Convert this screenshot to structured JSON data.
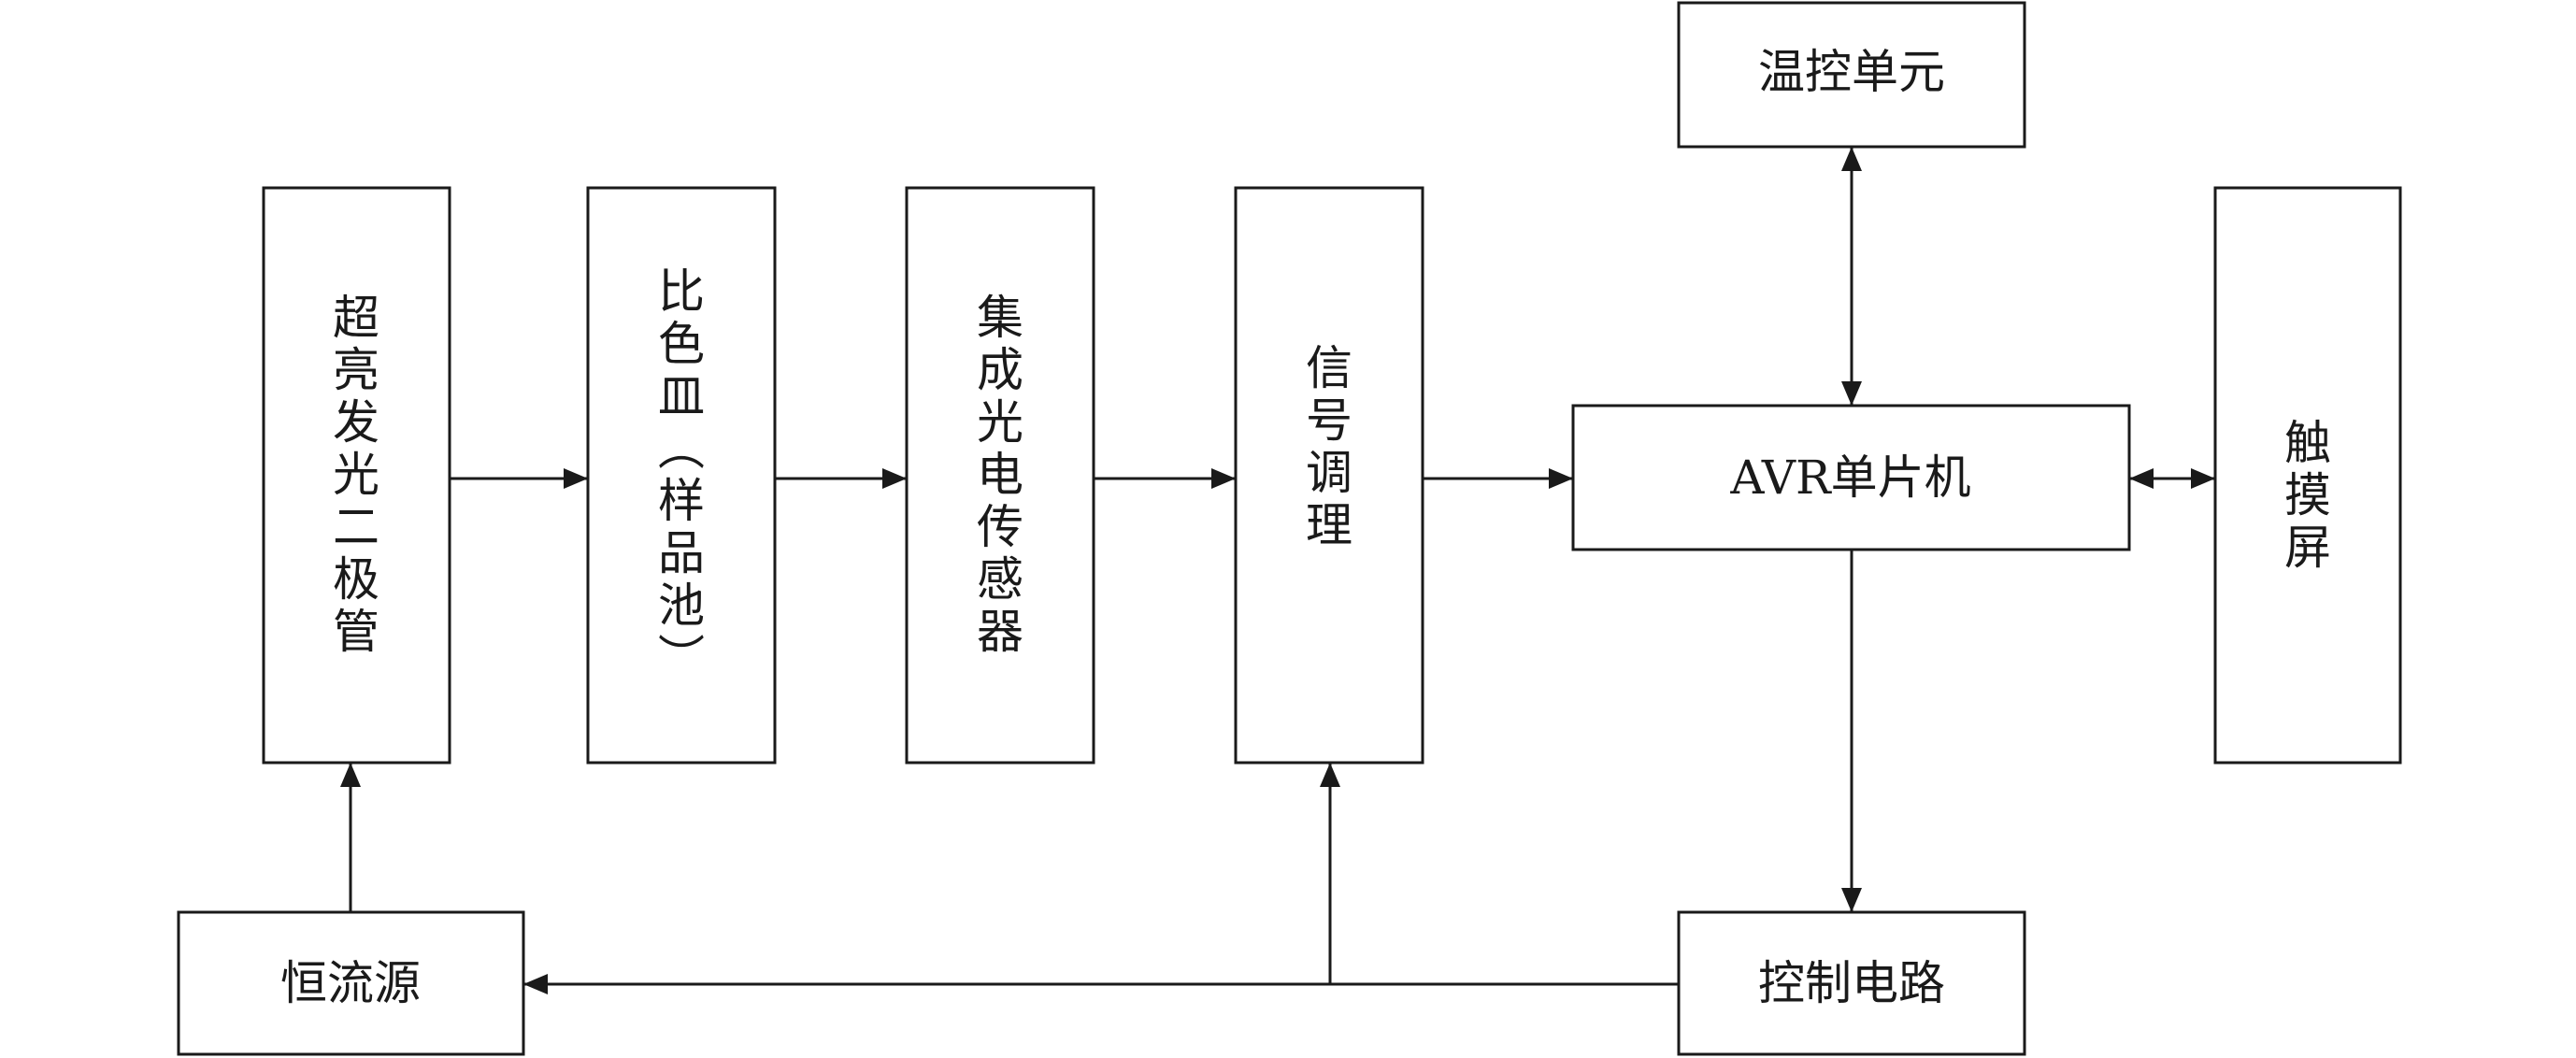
{
  "blocks": {
    "led": {
      "label": "超亮发光二极管",
      "orientation": "vertical"
    },
    "cuvette": {
      "label": "比色皿（样品池）",
      "orientation": "vertical"
    },
    "photosensor": {
      "label": "集成光电传感器",
      "orientation": "vertical"
    },
    "signal_conditioning": {
      "label": "信号调理",
      "orientation": "vertical"
    },
    "mcu": {
      "label": "AVR单片机",
      "orientation": "horizontal"
    },
    "temp_control": {
      "label": "温控单元",
      "orientation": "horizontal"
    },
    "touchscreen": {
      "label": "触摸屏",
      "orientation": "vertical"
    },
    "current_source": {
      "label": "恒流源",
      "orientation": "horizontal"
    },
    "control_circuit": {
      "label": "控制电路",
      "orientation": "horizontal"
    }
  },
  "connections": [
    {
      "from": "led",
      "to": "cuvette",
      "direction": "one-way"
    },
    {
      "from": "cuvette",
      "to": "photosensor",
      "direction": "one-way"
    },
    {
      "from": "photosensor",
      "to": "signal_conditioning",
      "direction": "one-way"
    },
    {
      "from": "signal_conditioning",
      "to": "mcu",
      "direction": "one-way"
    },
    {
      "from": "mcu",
      "to": "temp_control",
      "direction": "two-way"
    },
    {
      "from": "mcu",
      "to": "touchscreen",
      "direction": "two-way"
    },
    {
      "from": "mcu",
      "to": "control_circuit",
      "direction": "one-way"
    },
    {
      "from": "control_circuit",
      "to": "signal_conditioning",
      "direction": "one-way"
    },
    {
      "from": "control_circuit",
      "to": "current_source",
      "direction": "one-way"
    },
    {
      "from": "current_source",
      "to": "led",
      "direction": "one-way"
    }
  ],
  "colors": {
    "line": "#1a1a1a",
    "background": "#ffffff"
  }
}
